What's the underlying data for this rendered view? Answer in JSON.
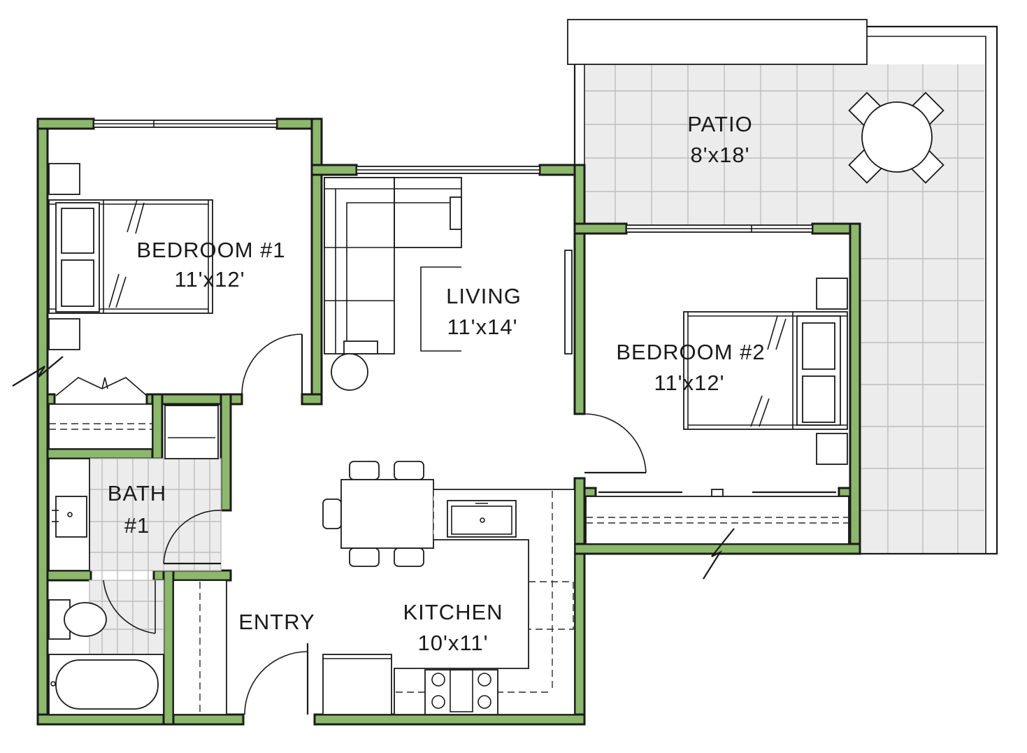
{
  "rooms": {
    "bedroom1": {
      "name": "BEDROOM #1",
      "size": "11'x12'"
    },
    "living": {
      "name": "LIVING",
      "size": "11'x14'"
    },
    "patio": {
      "name": "PATIO",
      "size": "8'x18'"
    },
    "bedroom2": {
      "name": "BEDROOM #2",
      "size": "11'x12'"
    },
    "bath1": {
      "name": "BATH",
      "number": "#1"
    },
    "entry": {
      "name": "ENTRY"
    },
    "kitchen": {
      "name": "KITCHEN",
      "size": "10'x11'"
    }
  },
  "colors": {
    "wall": "#8cb86c",
    "tile": "#ececec",
    "line": "#1a1a1a"
  }
}
